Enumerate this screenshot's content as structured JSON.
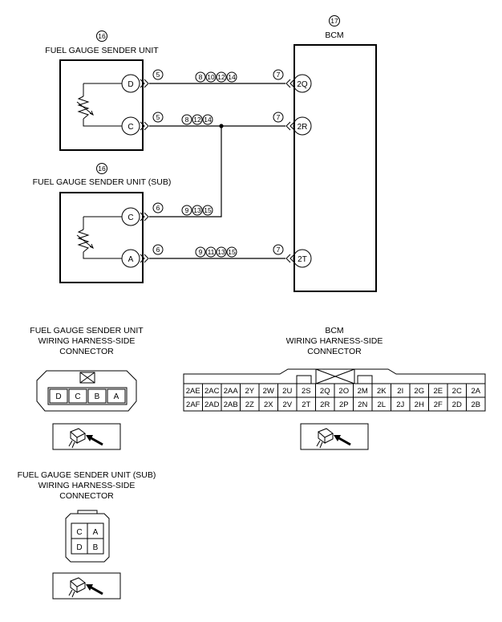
{
  "top_sender": {
    "ref": "16",
    "title": "FUEL GAUGE SENDER UNIT",
    "pins": [
      "D",
      "C"
    ]
  },
  "sub_sender": {
    "ref": "16",
    "title": "FUEL GAUGE SENDER UNIT (SUB)",
    "pins": [
      "C",
      "A"
    ]
  },
  "bcm": {
    "ref": "17",
    "title": "BCM",
    "pins": [
      "2Q",
      "2R",
      "2T"
    ]
  },
  "wires": [
    {
      "from_num": "5",
      "refs": [
        "8",
        "10",
        "12",
        "14"
      ],
      "to_num": "7"
    },
    {
      "from_num": "5",
      "refs": [
        "8",
        "12",
        "14"
      ],
      "to_num": "7"
    },
    {
      "from_num": "6",
      "refs": [
        "9",
        "13",
        "15"
      ]
    },
    {
      "from_num": "6",
      "refs": [
        "9",
        "11",
        "13",
        "15"
      ],
      "to_num": "7"
    }
  ],
  "connector_top": {
    "title_lines": [
      "FUEL GAUGE SENDER UNIT",
      "WIRING HARNESS-SIDE",
      "CONNECTOR"
    ],
    "pins": [
      "D",
      "C",
      "B",
      "A"
    ]
  },
  "connector_sub": {
    "title_lines": [
      "FUEL GAUGE SENDER UNIT (SUB)",
      "WIRING HARNESS-SIDE",
      "CONNECTOR"
    ],
    "grid": [
      [
        "C",
        "A"
      ],
      [
        "D",
        "B"
      ]
    ]
  },
  "connector_bcm": {
    "title_lines": [
      "BCM",
      "WIRING HARNESS-SIDE",
      "CONNECTOR"
    ],
    "rows": [
      [
        "2AE",
        "2AC",
        "2AA",
        "2Y",
        "2W",
        "2U",
        "2S",
        "2Q",
        "2O",
        "2M",
        "2K",
        "2I",
        "2G",
        "2E",
        "2C",
        "2A"
      ],
      [
        "2AF",
        "2AD",
        "2AB",
        "2Z",
        "2X",
        "2V",
        "2T",
        "2R",
        "2P",
        "2N",
        "2L",
        "2J",
        "2H",
        "2F",
        "2D",
        "2B"
      ]
    ]
  },
  "icons": [
    "connector-plug-icon",
    "variable-resistor-icon",
    "double-chevron-terminal-icon",
    "circled-number-icon"
  ]
}
